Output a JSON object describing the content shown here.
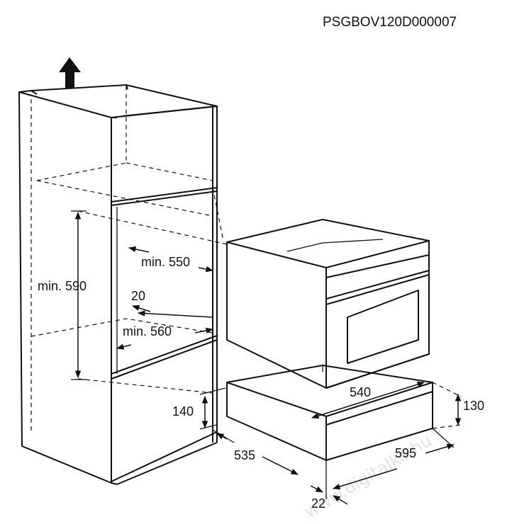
{
  "product_code": "PSGBOV120D000007",
  "watermark": "www.digitalko.hu",
  "labels": {
    "niche_height_min": "min. 590",
    "niche_depth_min": "min. 550",
    "clearance": "20",
    "niche_width_min": "min. 560",
    "drawer_niche_height": "140",
    "drawer_width_top": "540",
    "drawer_height": "130",
    "drawer_depth": "535",
    "drawer_width_front": "595",
    "front_thickness": "22"
  },
  "icons": {
    "ventilation": "up-arrow-icon"
  }
}
